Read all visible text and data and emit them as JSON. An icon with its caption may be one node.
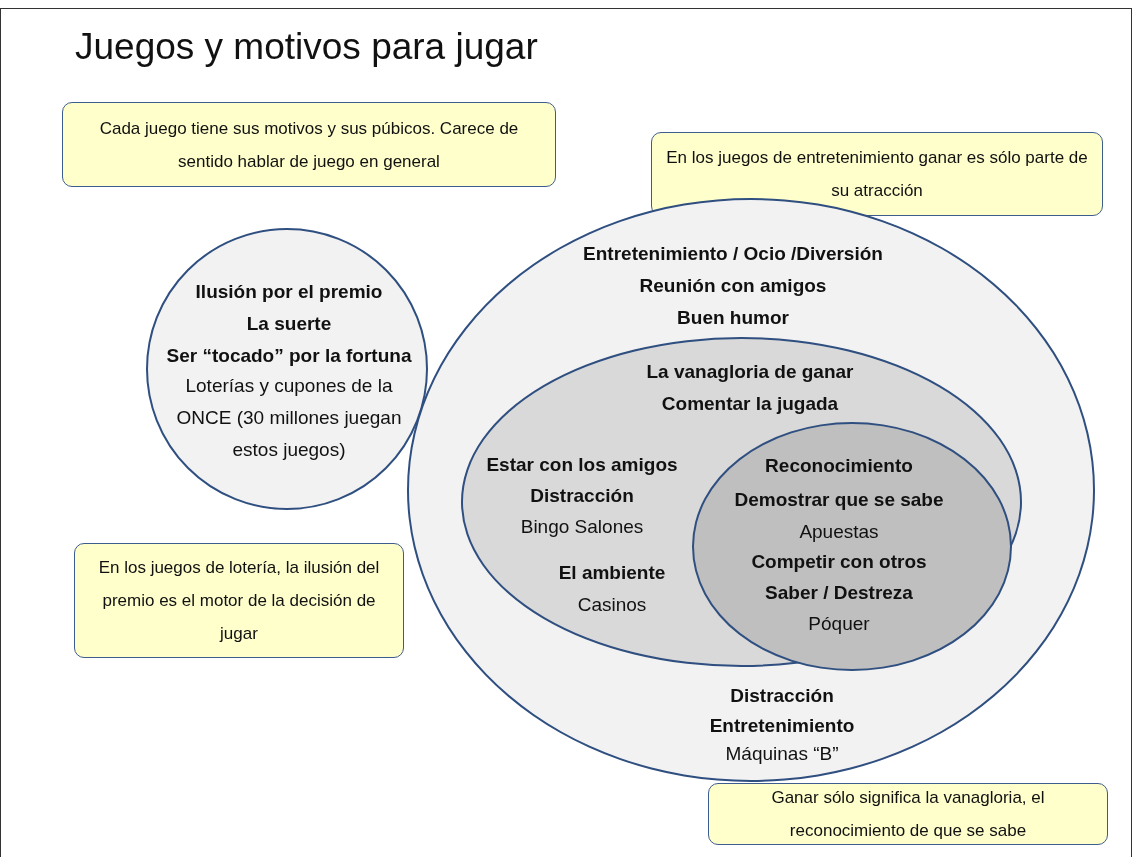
{
  "diagram": {
    "title": "Juegos y motivos para jugar",
    "nodes": [
      {
        "text": [
          "Cada juego tiene sus motivos y sus púbicos. Carece de sentido hablar de juego en general"
        ]
      },
      {
        "text": [
          "Ilusión por el premio",
          "La suerte",
          "Ser “tocado” por la fortuna",
          "Loterías y cupones de la ONCE (30 millones juegan estos juegos)"
        ]
      },
      {
        "text": [
          "En los juegos de entretenimiento ganar es sólo parte de su atracción"
        ]
      },
      {
        "text": [
          "Entretenimiento / Ocio /Diversión",
          "Reunión con amigos",
          "Buen  humor",
          "Distracción",
          "Entretenimiento",
          "Máquinas “B”"
        ]
      },
      {
        "text": [
          "La vanagloria de ganar",
          "Comentar la jugada",
          "Estar con los amigos",
          "Distracción",
          "Bingo  Salones",
          "El ambiente",
          "Casinos"
        ],
        "in": 3
      },
      {
        "text": [
          "Reconocimiento",
          "Demostrar que se sabe",
          "Apuestas",
          "Competir con otros",
          "Saber / Destreza",
          "Póquer"
        ],
        "in": 4
      },
      {
        "text": [
          "En los juegos de lotería, la ilusión del premio es el motor de la decisión de jugar"
        ]
      },
      {
        "text": [
          "Ganar sólo significa la vanagloria, el reconocimiento de que se sabe"
        ]
      }
    ],
    "edges": []
  }
}
